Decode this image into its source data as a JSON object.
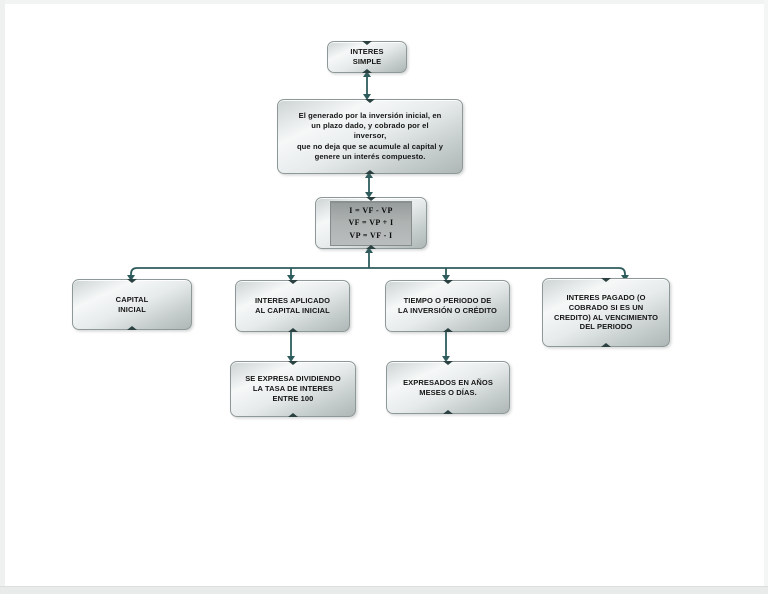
{
  "page": {
    "background": "#ffffff",
    "edge_color": "#e9ebeb"
  },
  "diagram": {
    "connector_color": "#2e5c5c",
    "notch_color": "#2b4141",
    "box_border_color": "#8f9898",
    "box_gradient": [
      "#ccd2d2",
      "#f6f8f8",
      "#aeb6b6"
    ],
    "formula_panel_color": "#aab0af",
    "nodes": {
      "interes_simple": {
        "label": "INTERES\nSIMPLE"
      },
      "descripcion": {
        "label": "El generado por la inversión inicial, en\nun plazo dado, y cobrado por el\ninversor,\nque no deja que se acumule al capital y\ngenere un interés compuesto."
      },
      "formulas": {
        "text": "I = VF - VP\nVF = VP + I\nVP = VF - I"
      },
      "capital_inicial": {
        "label": "CAPITAL\nINICIAL"
      },
      "interes_aplicado": {
        "label": "INTERES APLICADO\nAL CAPITAL INICIAL"
      },
      "tiempo_periodo": {
        "label": "TIEMPO O PERIODO DE\nLA INVERSIÓN O CRÉDITO"
      },
      "interes_pagado": {
        "label": "INTERES PAGADO (O\nCOBRADO SI ES UN\nCREDITO) AL VENCIMIENTO\nDEL PERIODO"
      },
      "se_expresa": {
        "label": "SE EXPRESA DIVIDIENDO\nLA TASA DE INTERES\nENTRE 100"
      },
      "expresados": {
        "label": "EXPRESADOS EN AÑOS\nMESES O DÍAS."
      }
    }
  }
}
